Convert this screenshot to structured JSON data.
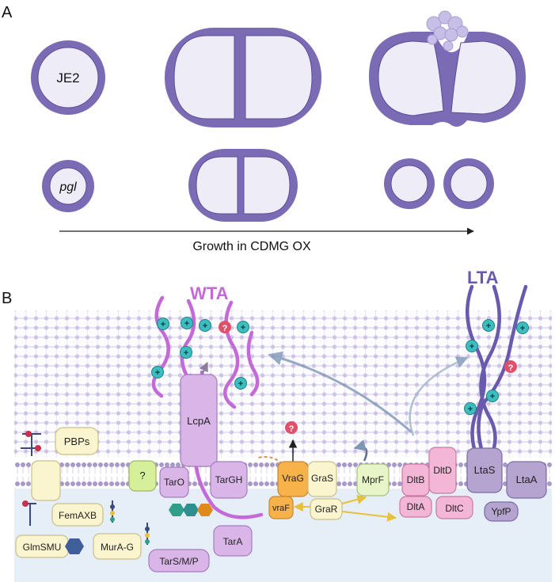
{
  "panel_a": {
    "label": "A",
    "cells": {
      "je2": "JE2",
      "pgl": "pgl"
    },
    "axis_label": "Growth in CDMG OX"
  },
  "panel_b": {
    "label": "B",
    "wta_title": "WTA",
    "lta_title": "LTA",
    "question_mark": "?",
    "plus": "+",
    "proteins": {
      "lcpa": "LcpA",
      "pbps": "PBPs",
      "unknown": "?",
      "taro": "TarO",
      "targh": "TarGH",
      "vrag": "VraG",
      "gras": "GraS",
      "mprf": "MprF",
      "dltb": "DltB",
      "dltd": "DltD",
      "ltas": "LtaS",
      "ltaa": "LtaA",
      "femaxb": "FemAXB",
      "vraf": "vraF",
      "grar": "GraR",
      "dlta": "DltA",
      "dltc": "DltC",
      "ypfp": "YpfP",
      "glmsmu": "GlmSMU",
      "mura_g": "MurA-G",
      "tara": "TarA",
      "tarsmp": "TarS/M/P"
    }
  },
  "colors": {
    "cell_wall": "#7b6bb5",
    "cell_fill": "#eeedf7",
    "wta_purple": "#c36ad6",
    "lta_purple": "#6a5aad",
    "plus_teal": "#3dbdbd",
    "question_red": "#e0506a",
    "cytoplasm": "#e6eef8",
    "protein_yellow": "#fbf5cf",
    "protein_violet": "#d9b6e8",
    "protein_orange": "#f7b24a",
    "protein_pink": "#f4b6d6",
    "protein_green": "#d6ef9a"
  }
}
